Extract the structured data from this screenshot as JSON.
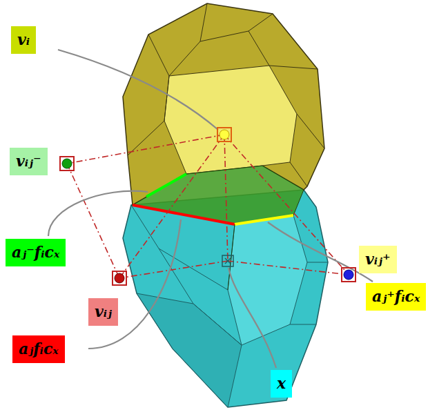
{
  "diagram": {
    "nodes": [
      {
        "text": [
          "vᵢ"
        ]
      },
      {
        "text": [
          "vᵢⱼ⁻"
        ]
      },
      {
        "text": [
          "aⱼ⁻fᵢcₓ"
        ]
      },
      {
        "text": [
          "vᵢⱼ⁺"
        ]
      },
      {
        "text": [
          "aⱼ⁺fᵢcₓ"
        ]
      },
      {
        "text": [
          "vᵢⱼ"
        ]
      },
      {
        "text": [
          "aⱼfᵢcₓ"
        ]
      },
      {
        "text": [
          "x"
        ]
      }
    ]
  }
}
